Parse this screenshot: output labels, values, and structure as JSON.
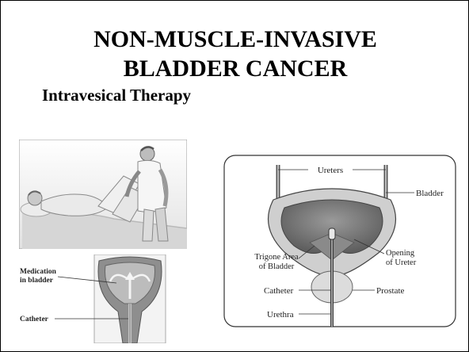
{
  "slide": {
    "title_line1": "NON-MUSCLE-INVASIVE",
    "title_line2": "BLADDER CANCER",
    "subtitle": "Intravesical Therapy"
  },
  "illustration_small": {
    "medication_label_line1": "Medication",
    "medication_label_line2": "in bladder",
    "catheter_label": "Catheter"
  },
  "illustration_large": {
    "ureters": "Ureters",
    "bladder": "Bladder",
    "trigone_line1": "Trigone Area",
    "trigone_line2": "of Bladder",
    "opening_line1": "Opening",
    "opening_line2": "of Ureter",
    "catheter": "Catheter",
    "prostate": "Prostate",
    "urethra": "Urethra"
  }
}
